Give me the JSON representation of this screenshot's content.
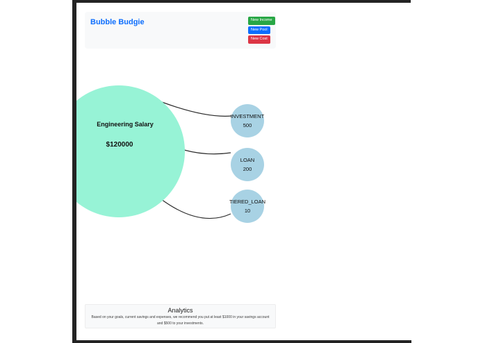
{
  "app": {
    "brand": "Bubble Budgie"
  },
  "header": {
    "buttons": [
      {
        "label": "New Income",
        "color": "#28a745"
      },
      {
        "label": "New Pool",
        "color": "#0d6efd"
      },
      {
        "label": "New Cost",
        "color": "#dc3545"
      }
    ]
  },
  "chart_data": {
    "type": "bubble-graph",
    "nodes": [
      {
        "id": "engineering-salary",
        "label": "Engineering Salary",
        "value": "$120000",
        "color": "#97f3d6"
      },
      {
        "id": "investment",
        "label": "INVESTMENT",
        "value": "500",
        "color": "#a8d2e4"
      },
      {
        "id": "loan",
        "label": "LOAN",
        "value": "200",
        "color": "#a8d2e4"
      },
      {
        "id": "tiered-loan",
        "label": "TIERED_LOAN",
        "value": "10",
        "color": "#a8d2e4"
      }
    ],
    "edges": [
      {
        "from": "engineering-salary",
        "to": "investment"
      },
      {
        "from": "engineering-salary",
        "to": "loan"
      },
      {
        "from": "engineering-salary",
        "to": "tiered-loan"
      }
    ]
  },
  "analytics": {
    "title": "Analytics",
    "body": "Based on your goals, current savings and expenses, we recommend you put at least $1000 in your savings account and $500 to your investments."
  }
}
